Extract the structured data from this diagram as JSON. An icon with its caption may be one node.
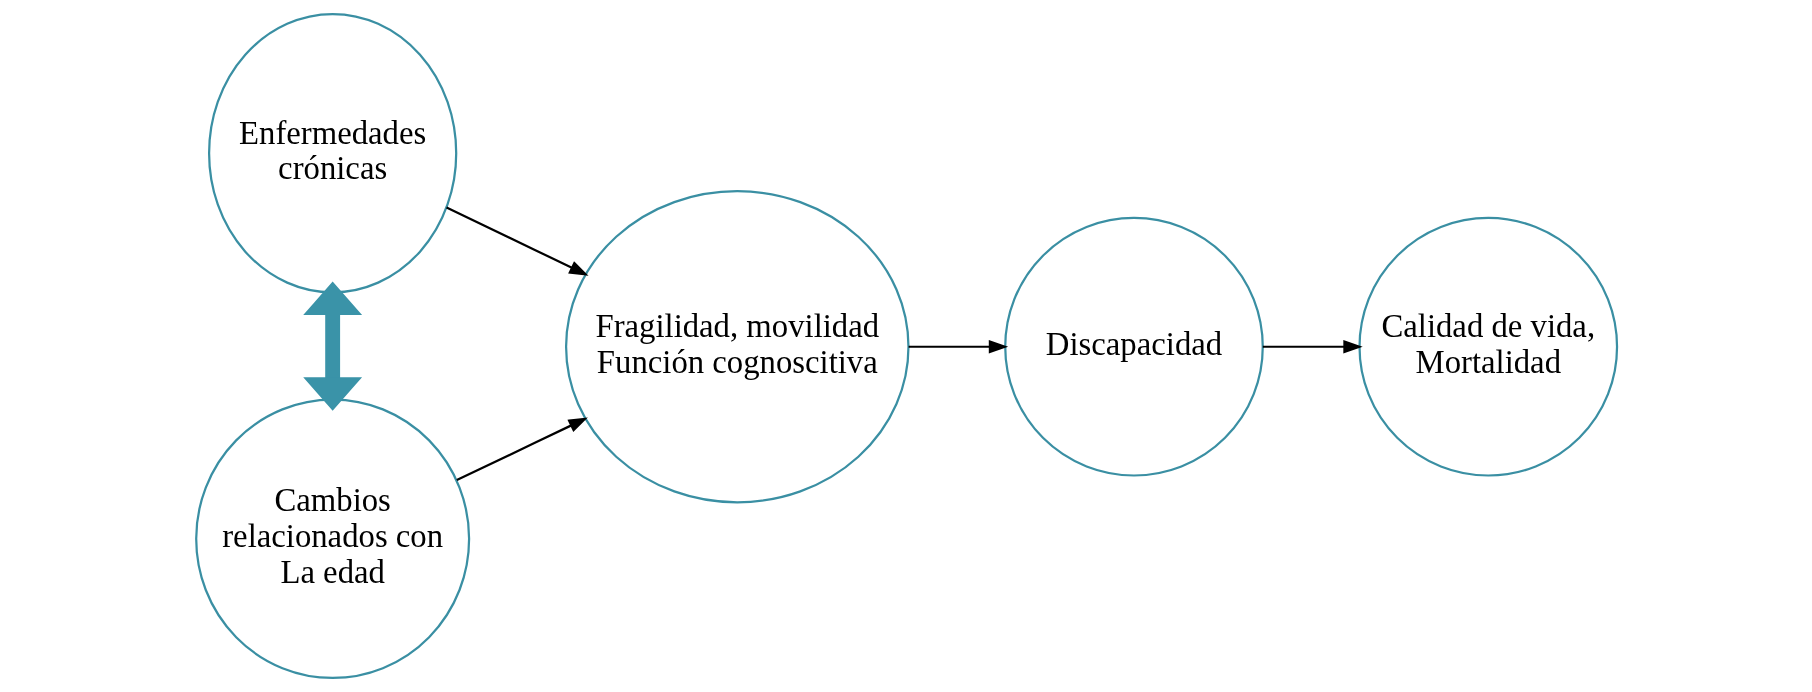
{
  "diagram": {
    "nodes": [
      {
        "text": [
          "Enfermedades crónicas"
        ]
      },
      {
        "text": [
          "Cambios relacionados con La edad"
        ]
      },
      {
        "text": [
          "Fragilidad, movilidad",
          "Función cognoscitiva"
        ]
      },
      {
        "text": [
          "Discapacidad"
        ]
      },
      {
        "text": [
          "Calidad de vida, Mortalidad"
        ]
      }
    ],
    "edges": [
      {
        "from": 0,
        "to": 1,
        "arrow": "both",
        "style": "thick",
        "color": "#3a93a8"
      },
      {
        "from": 0,
        "to": 2,
        "arrow": "to"
      },
      {
        "from": 1,
        "to": 2,
        "arrow": "to"
      },
      {
        "from": 2,
        "to": 3,
        "arrow": "to"
      },
      {
        "from": 3,
        "to": 4,
        "arrow": "to"
      }
    ]
  }
}
